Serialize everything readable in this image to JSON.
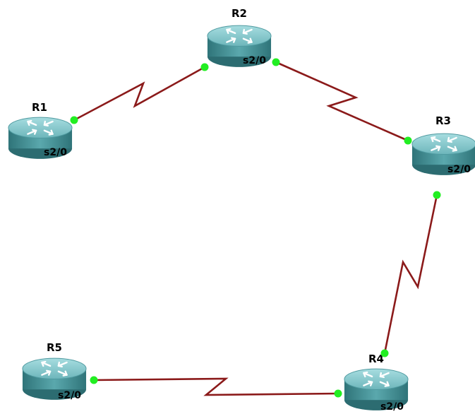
{
  "routers": [
    {
      "id": "r1",
      "name": "R1",
      "interface": "s2/0"
    },
    {
      "id": "r2",
      "name": "R2",
      "interface": "s2/0"
    },
    {
      "id": "r3",
      "name": "R3",
      "interface": "s2/0"
    },
    {
      "id": "r4",
      "name": "R4",
      "interface": "s2/0"
    },
    {
      "id": "r5",
      "name": "R5",
      "interface": "s2/0"
    }
  ],
  "links": [
    {
      "from": "R1",
      "to": "R2",
      "type": "serial"
    },
    {
      "from": "R2",
      "to": "R3",
      "type": "serial"
    },
    {
      "from": "R3",
      "to": "R4",
      "type": "serial"
    },
    {
      "from": "R4",
      "to": "R5",
      "type": "serial"
    }
  ],
  "colors": {
    "link": "#8b1a1a",
    "endpoint": "#22ee22",
    "router_top": "#7fc3c7",
    "router_side": "#3f8d92"
  }
}
